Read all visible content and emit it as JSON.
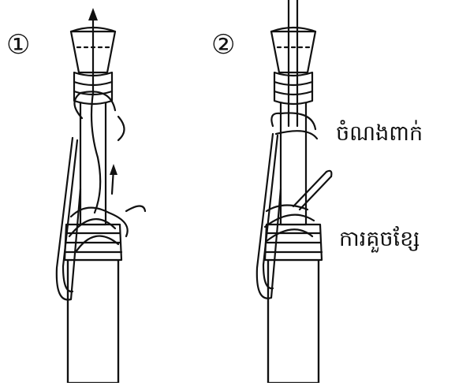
{
  "steps": [
    {
      "number": "①"
    },
    {
      "number": "②"
    }
  ],
  "labels": {
    "upper": "ចំណងពាក់",
    "lower": "ការគួចខ្សែ"
  }
}
